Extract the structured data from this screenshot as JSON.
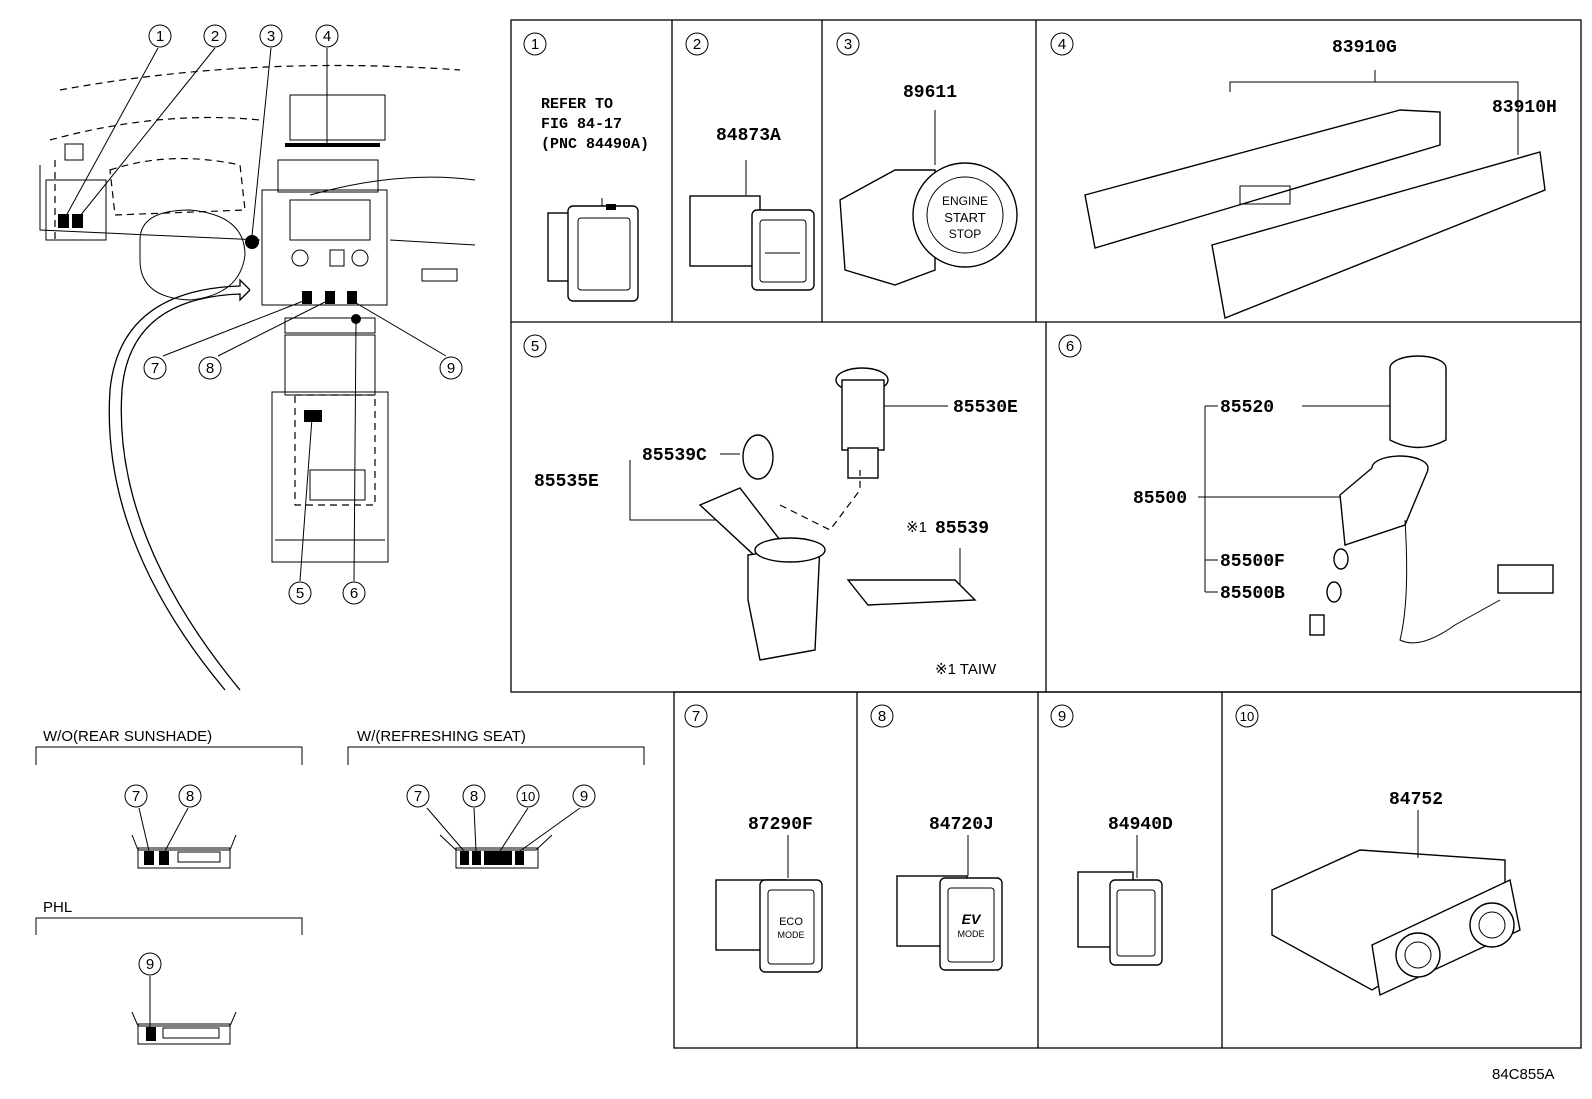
{
  "callouts": [
    "1",
    "2",
    "3",
    "4",
    "5",
    "6",
    "7",
    "8",
    "9",
    "10"
  ],
  "panel1": {
    "ref_line1": "REFER TO",
    "ref_line2": "FIG 84-17",
    "ref_line3": "(PNC 84490A)"
  },
  "panel2": {
    "part": "84873A"
  },
  "panel3": {
    "part": "89611",
    "button_line1": "ENGINE",
    "button_line2": "START",
    "button_line3": "STOP"
  },
  "panel4": {
    "part_a": "83910G",
    "part_b": "83910H"
  },
  "panel5": {
    "p1": "85530E",
    "p2": "85539C",
    "p3": "85535E",
    "p4": "85539",
    "p4_prefix": "※1",
    "footnote": "※1 TAIW"
  },
  "panel6": {
    "p1": "85520",
    "p2": "85500",
    "p3": "85500F",
    "p4": "85500B"
  },
  "panel7": {
    "part": "87290F",
    "btn1": "ECO",
    "btn2": "MODE"
  },
  "panel8": {
    "part": "84720J",
    "btn1": "EV",
    "btn2": "MODE"
  },
  "panel9": {
    "part": "84940D"
  },
  "panel10": {
    "part": "84752"
  },
  "variants": {
    "wo_rear_sunshade": "W/O(REAR SUNSHADE)",
    "w_refreshing_seat": "W/(REFRESHING SEAT)",
    "phl": "PHL"
  },
  "figure_code": "84C855A"
}
